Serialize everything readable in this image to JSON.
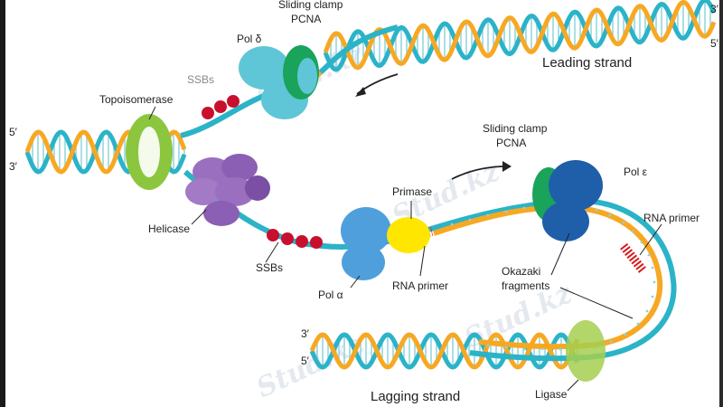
{
  "labels": {
    "pcna_top": [
      "Sliding clamp",
      "PCNA"
    ],
    "pol_delta": "Pol δ",
    "ssbs_top": "SSBs",
    "topoisomerase": "Topoisomerase",
    "helicase": "Helicase",
    "ssbs_bottom": "SSBs",
    "pol_alpha": "Pol α",
    "primase": "Primase",
    "rna_primer_mid": "RNA primer",
    "pcna_right": [
      "Sliding clamp",
      "PCNA"
    ],
    "pol_epsilon": "Pol ε",
    "okazaki": [
      "Okazaki",
      "fragments"
    ],
    "rna_primer_right": "RNA primer",
    "ligase": "Ligase",
    "leading_strand": "Leading strand",
    "lagging_strand": "Lagging strand",
    "end_3_top_right": "3′",
    "end_5_top_right": "5′",
    "end_5_left": "5′",
    "end_3_left": "3′",
    "end_3_bottom": "3′",
    "end_5_bottom": "5′"
  },
  "watermark": "Stud.kz",
  "colors": {
    "teal_strand": "#2bb3c8",
    "orange_strand": "#f7a823",
    "pol_delta": "#5ec6d6",
    "pcna": "#1aa35b",
    "topoisomerase": "#8cc63f",
    "helicase": "#9a6fc0",
    "ssb": "#c8102e",
    "pol_alpha": "#4f9fdc",
    "primase": "#ffe600",
    "pol_epsilon": "#1f5ea8",
    "ligase": "#a5cf4f",
    "rna_primer": "#d7191c"
  }
}
